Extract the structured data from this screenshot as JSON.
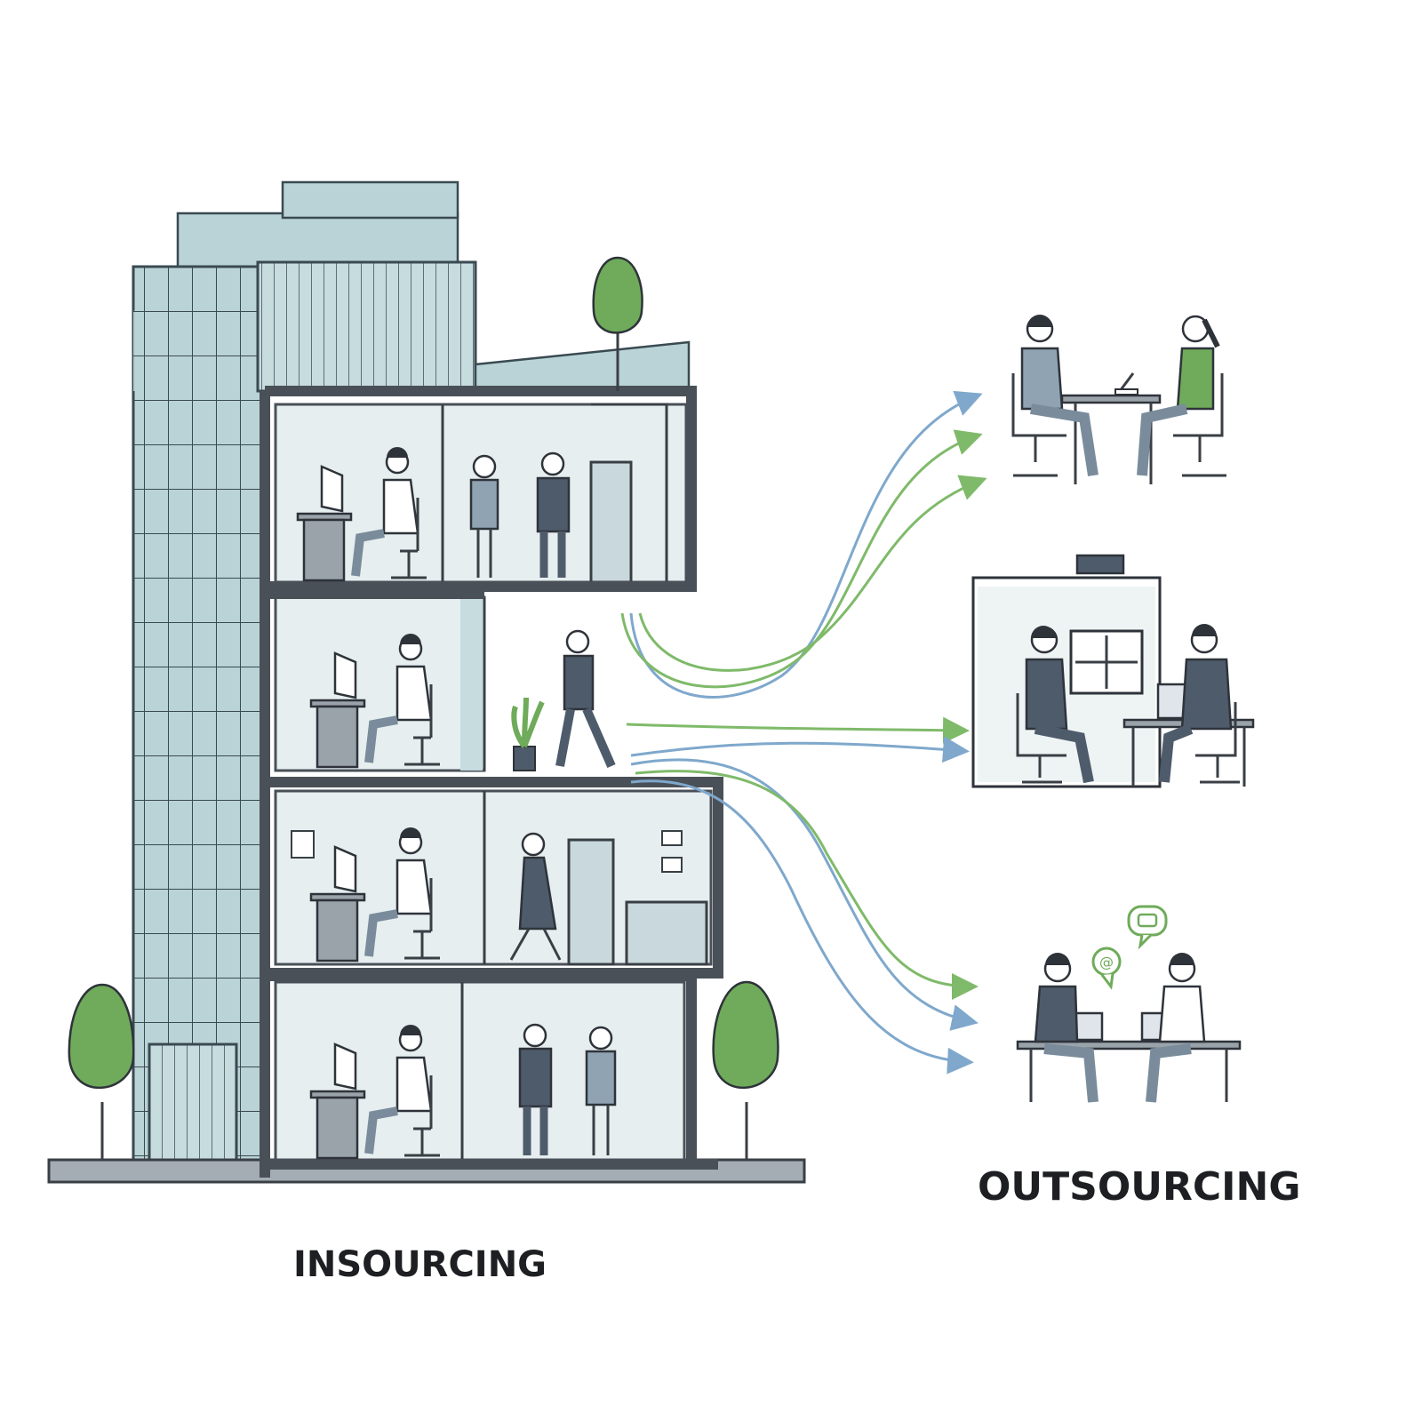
{
  "labels": {
    "insourcing": "INSOURCING",
    "outsourcing": "OUTSOURCING"
  },
  "colors": {
    "glass": "#b9d3d6",
    "frame": "#4a5058",
    "green": "#6fab5a",
    "blue_arrow": "#7fa8cc",
    "green_arrow": "#7fba6a"
  },
  "icons": [
    "building",
    "tree",
    "person",
    "desk",
    "monitor",
    "laptop",
    "chat-bubble",
    "arrow"
  ]
}
